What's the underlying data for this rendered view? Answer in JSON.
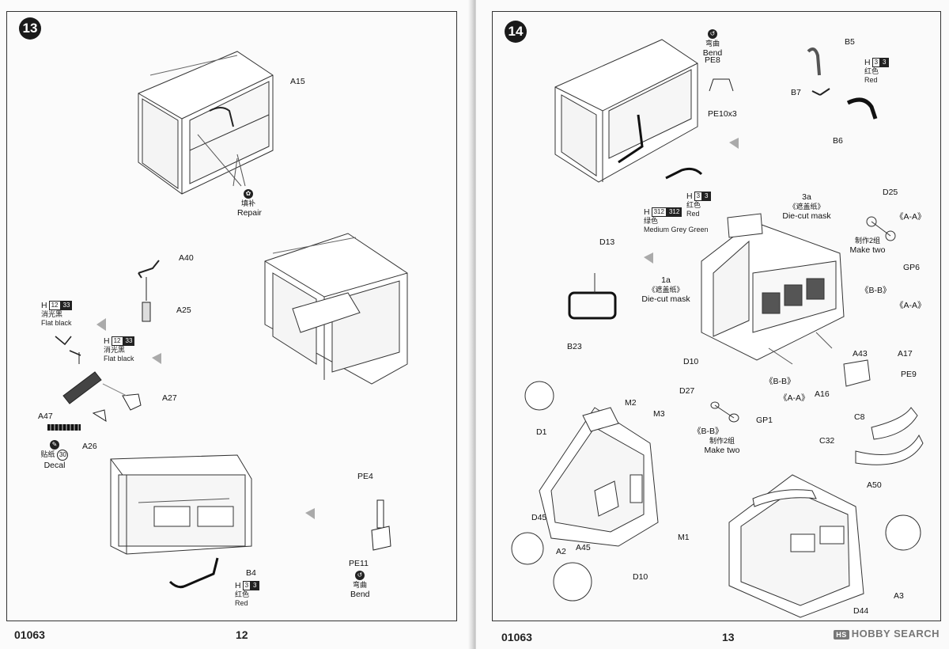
{
  "left_page": {
    "step": "13",
    "page_number": "12",
    "catalog_number": "01063",
    "labels": {
      "a15": "A15",
      "repair_cn": "填补",
      "repair_en": "Repair",
      "a40": "A40",
      "a25": "A25",
      "h12_code": "H",
      "h12_box": "12",
      "h12_box2": "33",
      "flat_black_cn": "消光黑",
      "flat_black_en": "Flat black",
      "a27": "A27",
      "a47": "A47",
      "a26": "A26",
      "decal_cn": "贴纸",
      "decal_en": "Decal",
      "decal_num": "30",
      "pe4": "PE4",
      "pe11": "PE11",
      "bend_cn": "弯曲",
      "bend_en": "Bend",
      "b4": "B4",
      "h3_code": "H",
      "h3_box": "3",
      "h3_box2": "3",
      "red_cn": "红色",
      "red_en": "Red"
    }
  },
  "right_page": {
    "step": "14",
    "page_number": "13",
    "catalog_number": "01063",
    "labels": {
      "bend_cn": "弯曲",
      "bend_en": "Bend",
      "pe8": "PE8",
      "pe10": "PE10x3",
      "b5": "B5",
      "b7": "B7",
      "b6": "B6",
      "h3_code": "H",
      "h3_box": "3",
      "h3_box2": "3",
      "red_cn": "红色",
      "red_en": "Red",
      "h312_code": "H",
      "h312_box": "312",
      "h312_box2": "312",
      "green_cn": "绿色",
      "green_en": "Medium Grey Green",
      "h3b_code": "H",
      "h3b_box": "3",
      "h3b_box2": "3",
      "red2_cn": "红色",
      "red2_en": "Red",
      "mask3a": "3a",
      "mask3a_cn": "《遮盖纸》",
      "mask3a_en": "Die-cut mask",
      "d25": "D25",
      "aa1": "《A-A》",
      "make_two_cn": "制作2组",
      "make_two_en": "Make two",
      "gp6": "GP6",
      "d13": "D13",
      "mask1a": "1a",
      "mask1a_cn": "《遮盖纸》",
      "mask1a_en": "Die-cut mask",
      "bb1": "《B-B》",
      "aa2": "《A-A》",
      "b23": "B23",
      "a43": "A43",
      "a17": "A17",
      "d10a": "D10",
      "bb2": "《B-B》",
      "aa3": "《A-A》",
      "a16": "A16",
      "pe9": "PE9",
      "d27": "D27",
      "gp1": "GP1",
      "bb3": "《B-B》",
      "make_two2_cn": "制作2组",
      "make_two2_en": "Make two",
      "d1": "D1",
      "m2": "M2",
      "m3": "M3",
      "c8": "C8",
      "c32": "C32",
      "a50": "A50",
      "d45": "D45",
      "a2": "A2",
      "a45": "A45",
      "m1": "M1",
      "d10b": "D10",
      "a3": "A3",
      "d44": "D44"
    }
  },
  "watermark": {
    "brand": "HOBBY SEARCH",
    "mark": "HS"
  }
}
